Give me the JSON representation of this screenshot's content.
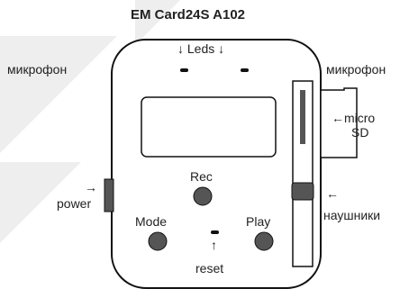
{
  "diagram": {
    "title": "EM Card24S A102",
    "labels": {
      "leds": "↓ Leds ↓",
      "mic_left": "микрофон",
      "mic_right": "микрофон",
      "micro_sd_line1": "←micro",
      "micro_sd_line2": "SD",
      "power_arrow": "→",
      "power": "power",
      "headphones_arrow": "←",
      "headphones": "наушники",
      "rec": "Rec",
      "mode": "Mode",
      "play": "Play",
      "reset_arrow": "↑",
      "reset": "reset"
    },
    "colors": {
      "outline": "#111111",
      "button_fill": "#555555",
      "watermark": "#eeeeee"
    }
  }
}
